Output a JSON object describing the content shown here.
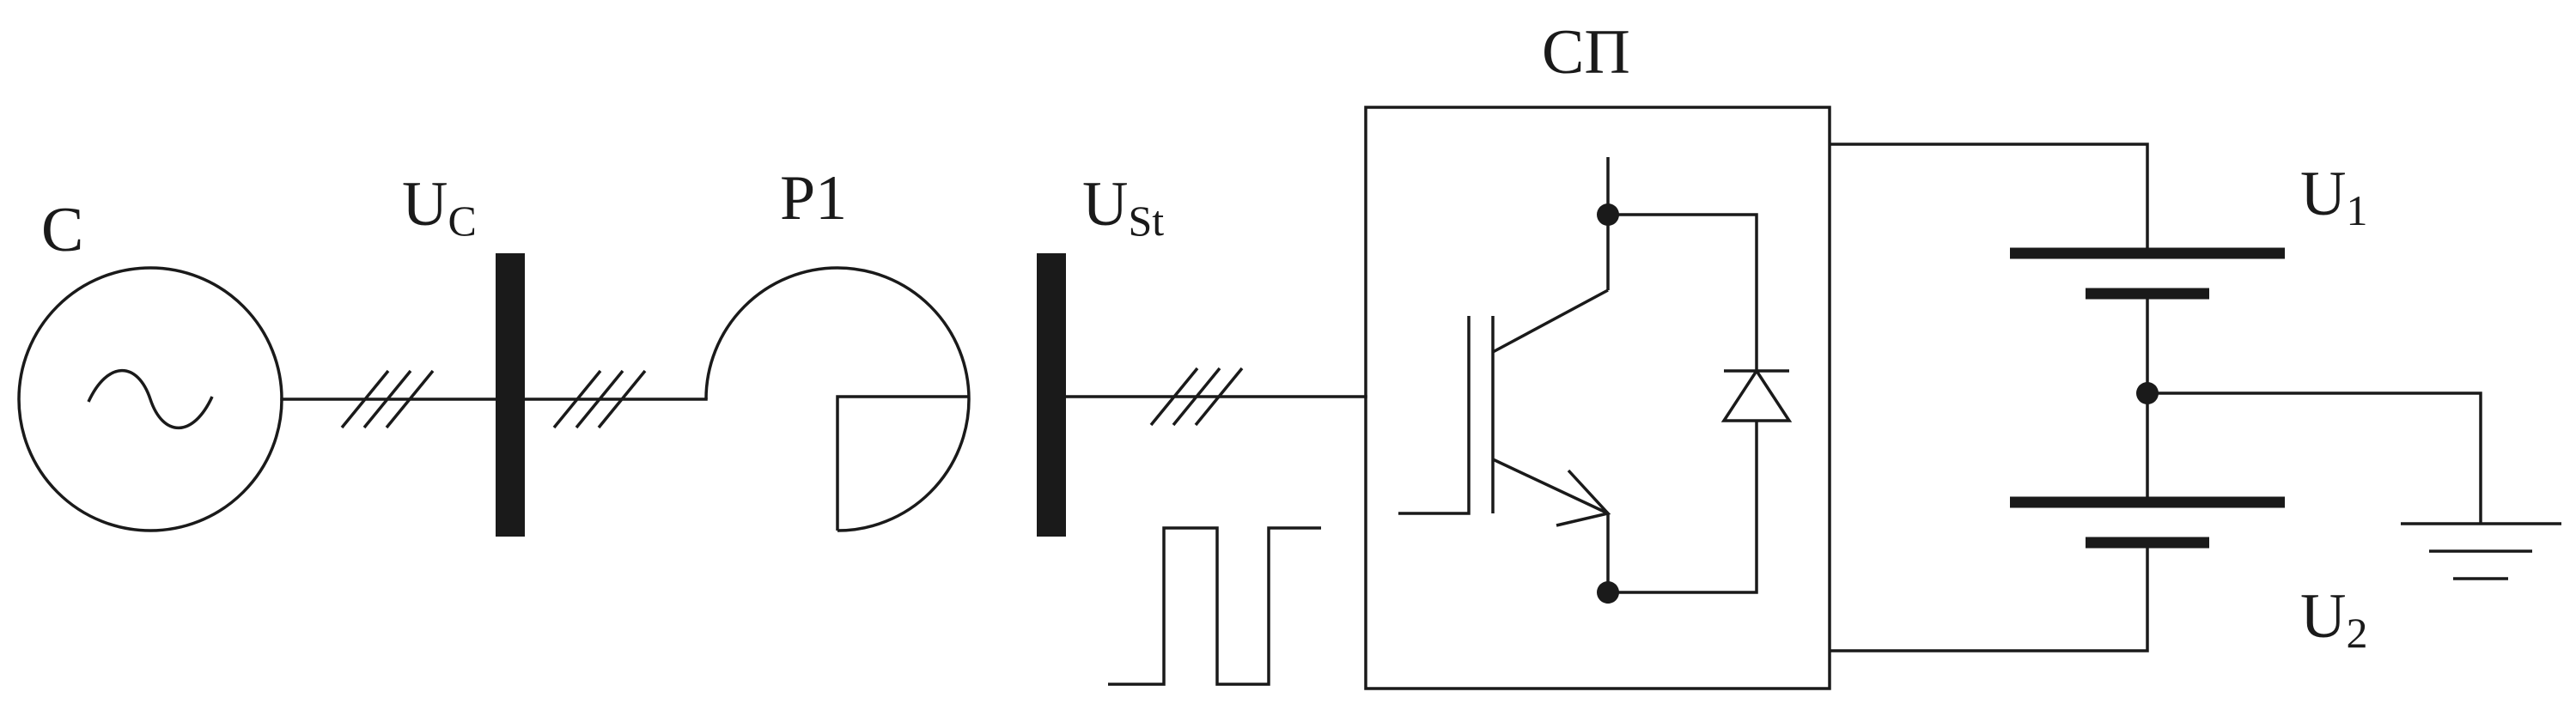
{
  "labels": {
    "source": "C",
    "bus_c_main": "U",
    "bus_c_sub": "C",
    "reactor": "P1",
    "bus_st_main": "U",
    "bus_st_sub": "St",
    "converter": "СП",
    "cap1_main": "U",
    "cap1_sub": "1",
    "cap2_main": "U",
    "cap2_sub": "2"
  }
}
